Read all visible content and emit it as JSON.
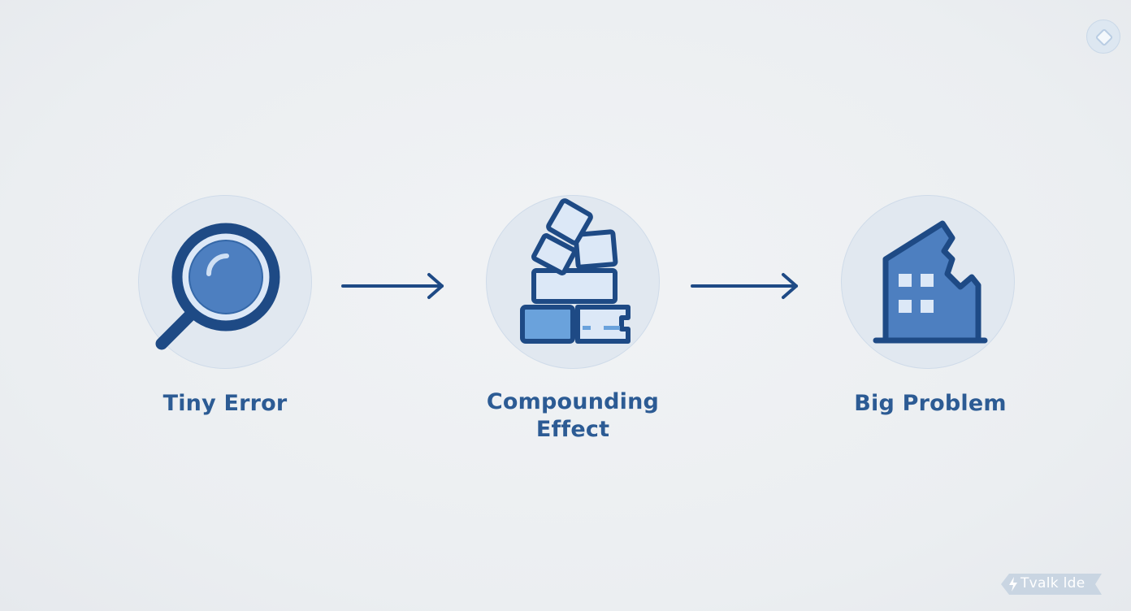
{
  "steps": [
    {
      "label": "Tiny Error",
      "icon": "magnifying-glass-icon"
    },
    {
      "label": "Compounding\nEffect",
      "icon": "stacked-blocks-icon"
    },
    {
      "label": "Big Problem",
      "icon": "broken-building-icon"
    }
  ],
  "arrows": [
    {
      "icon": "arrow-right-icon"
    },
    {
      "icon": "arrow-right-icon"
    }
  ],
  "corner_button": {
    "icon": "diamond-icon"
  },
  "watermark": {
    "text": "Tvalk lde",
    "icon": "lightning-icon"
  },
  "colors": {
    "background": "#eceff2",
    "circle_fill": "#e1e8f0",
    "primary_dark": "#1e4a85",
    "primary_mid": "#4d7fc0",
    "primary_light": "#dce8f7",
    "label": "#2c5b94"
  }
}
